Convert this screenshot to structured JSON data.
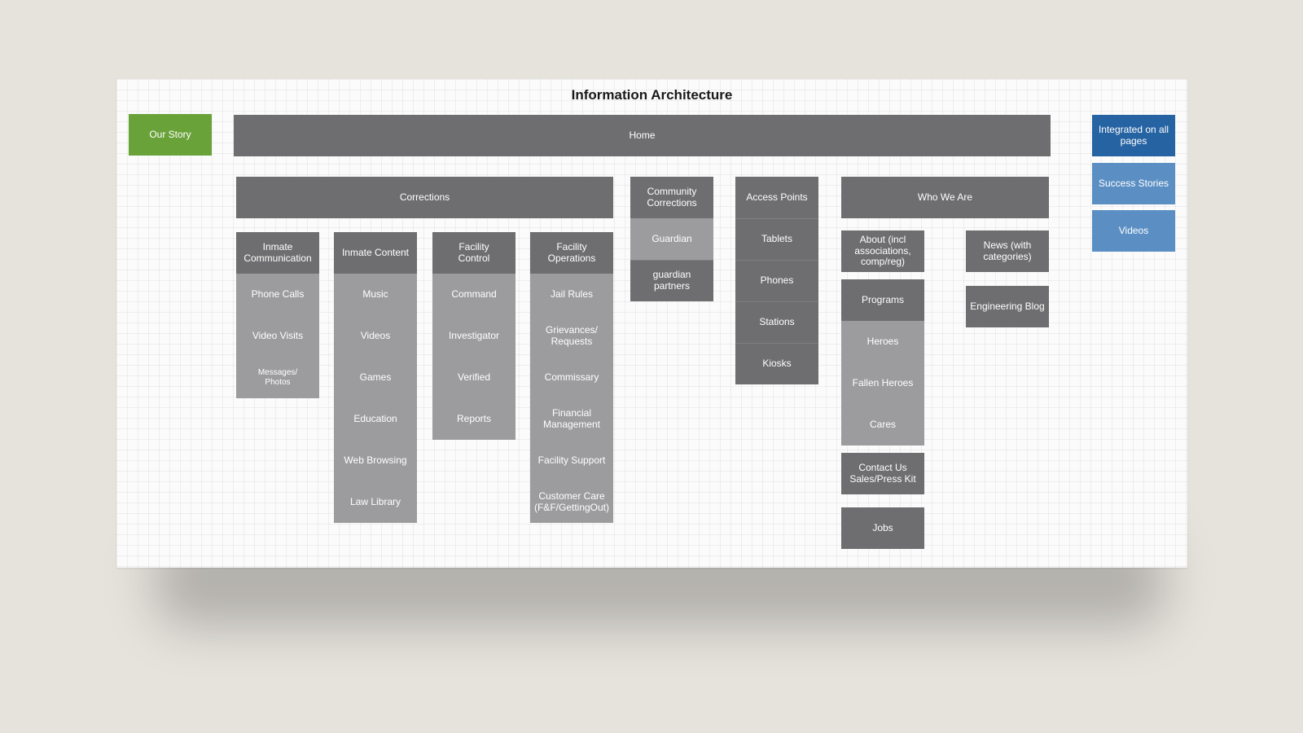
{
  "title": "Information Architecture",
  "our_story": "Our Story",
  "home": "Home",
  "right_panel": {
    "integrated": "Integrated on all\npages",
    "success_stories": "Success Stories",
    "videos": "Videos"
  },
  "corrections": {
    "label": "Corrections",
    "inmate_communication": {
      "label": "Inmate\nCommunication",
      "items": [
        "Phone Calls",
        "Video Visits",
        "Messages/\nPhotos"
      ]
    },
    "inmate_content": {
      "label": "Inmate Content",
      "items": [
        "Music",
        "Videos",
        "Games",
        "Education",
        "Web Browsing",
        "Law Library"
      ]
    },
    "facility_control": {
      "label": "Facility\nControl",
      "items": [
        "Command",
        "Investigator",
        "Verified",
        "Reports"
      ]
    },
    "facility_operations": {
      "label": "Facility\nOperations",
      "items": [
        "Jail Rules",
        "Grievances/\nRequests",
        "Commissary",
        "Financial\nManagement",
        "Facility Support",
        "Customer Care\n(F&F/GettingOut)"
      ]
    }
  },
  "community_corrections": {
    "label": "Community\nCorrections",
    "items": [
      "Guardian",
      "guardian partners"
    ]
  },
  "access_points": {
    "label": "Access Points",
    "items": [
      "Tablets",
      "Phones",
      "Stations",
      "Kiosks"
    ]
  },
  "who_we_are": {
    "label": "Who We Are",
    "about": "About (incl\nassociations,\ncomp/reg)",
    "programs": {
      "label": "Programs",
      "items": [
        "Heroes",
        "Fallen Heroes",
        "Cares"
      ]
    },
    "contact": "Contact Us\nSales/Press Kit",
    "jobs": "Jobs",
    "news": "News (with\ncategories)",
    "engineering_blog": "Engineering Blog"
  },
  "colors": {
    "dark_box": "#6e6e70",
    "light_box": "#9c9c9e",
    "green": "#6aa23a",
    "blue_dark": "#2563a3",
    "blue": "#5b8fc4"
  }
}
